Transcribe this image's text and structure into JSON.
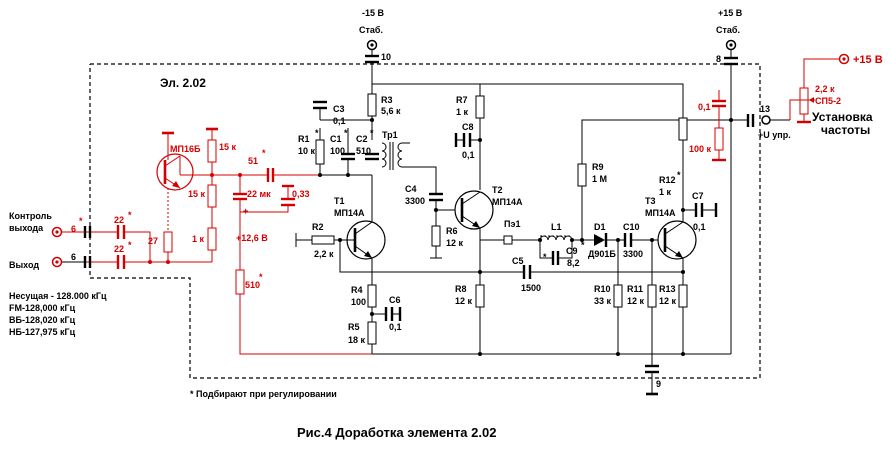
{
  "header": {
    "v_neg": "-15 В",
    "v_neg_sub": "Стаб.",
    "v_pos": "+15 В",
    "v_pos_sub": "Стаб.",
    "pin10": "10",
    "pin8": "8",
    "pin13": "13",
    "pin9": "9"
  },
  "block": {
    "title": "Эл. 2.02"
  },
  "right_ctrl": {
    "v": "+15 В",
    "pot": "2,2 к",
    "pot_type": "СП5-2",
    "label1": "Установка",
    "label2": "частоты",
    "u_ctrl": "+U упр."
  },
  "inputs": {
    "ctrl1": "Контроль",
    "ctrl2": "выхода",
    "out": "Выход",
    "pin6a": "6",
    "pin6a_star": "*",
    "pin6b": "6"
  },
  "components": {
    "mp16b": "МП16Б",
    "r_15k_a": "15 к",
    "r_15k_b": "15 к",
    "r_1k": "1 к",
    "r_27": "27",
    "c_22a": "22",
    "c_22b": "22",
    "star": "*",
    "c_51": "51",
    "c_22mk": "22 мк",
    "c_033": "0,33",
    "v_126": "+12,6 В",
    "r_510": "510",
    "plus": "+",
    "r1": "R1",
    "r1v": "10 к",
    "c1": "C1",
    "c1v": "100",
    "c2": "C2",
    "c2v": "510",
    "c3": "C3",
    "c3v": "0,1",
    "r3": "R3",
    "r3v": "5,6 к",
    "tr1": "Тр1",
    "t1": "Т1",
    "t1t": "МП14А",
    "r2": "R2",
    "r2v": "2,2 к",
    "r4": "R4",
    "r4v": "100",
    "c6": "C6",
    "c6v": "0,1",
    "r5": "R5",
    "r5v": "18 к",
    "r7": "R7",
    "r7v": "1 к",
    "c8": "C8",
    "c8v": "0,1",
    "c4": "C4",
    "c4v": "3300",
    "r6": "R6",
    "r6v": "12 к",
    "t2": "Т2",
    "t2t": "МП14А",
    "r8": "R8",
    "r8v": "12 к",
    "pe1": "Пэ1",
    "l1": "L1",
    "c9": "C9",
    "c9v": "8,2",
    "c5": "C5",
    "c5v": "1500",
    "r9": "R9",
    "r9v": "1 М",
    "d1": "D1",
    "d1t": "Д901Б",
    "c10": "C10",
    "c10v": "3300",
    "r12": "R12",
    "r12v": "1 к",
    "t3": "Т3",
    "t3t": "МП14А",
    "c7": "C7",
    "c7v": "0,1",
    "r10": "R10",
    "r10v": "33 к",
    "r11": "R11",
    "r11v": "12 к",
    "r13": "R13",
    "r13v": "12 к",
    "c_01r": "0,1",
    "r_100k": "100 к"
  },
  "carrier": [
    "Несущая - 128.000  кГц",
    "FM-128,000 кГц",
    "ВБ-128,020 кГц",
    "НБ-127,975 кГц"
  ],
  "footnote": "*  Подбирают при регулировании",
  "caption": "Рис.4  Доработка элемента 2.02"
}
